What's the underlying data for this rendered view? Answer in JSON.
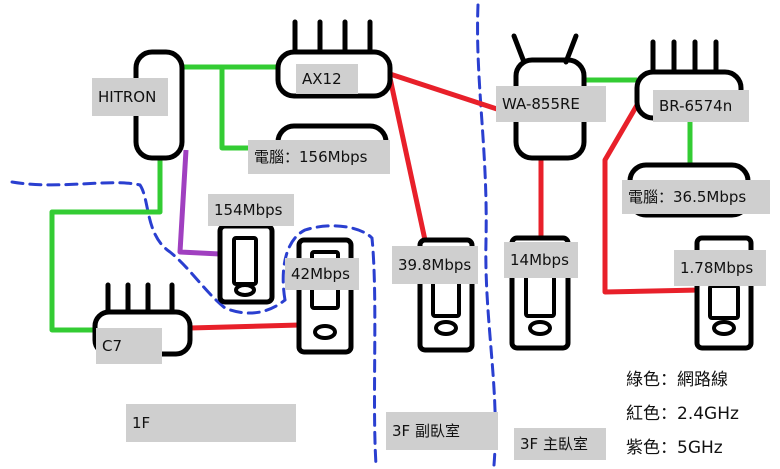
{
  "devices": {
    "hitron": "HITRON",
    "ax12": "AX12",
    "wa855re": "WA-855RE",
    "br6574n": "BR-6574n",
    "c7": "C7"
  },
  "pcs": {
    "pc1": "電腦：156Mbps",
    "pc2": "電腦：36.5Mbps"
  },
  "speeds": {
    "s154": "154Mbps",
    "s42": "42Mbps",
    "s398": "39.8Mbps",
    "s14": "14Mbps",
    "s178": "1.78Mbps"
  },
  "zones": {
    "floor1": "1F",
    "secondary": "3F 副臥室",
    "master": "3F 主臥室"
  },
  "legend": {
    "green": "綠色：網路線",
    "red": "紅色：2.4GHz",
    "purple": "紫色：5GHz"
  },
  "colors": {
    "wired": "#33cc33",
    "ghz24": "#e8202a",
    "ghz5": "#a040c0",
    "boundary": "#2a3fd0",
    "outline": "#000000",
    "label_bg": "#cfcfcf"
  }
}
